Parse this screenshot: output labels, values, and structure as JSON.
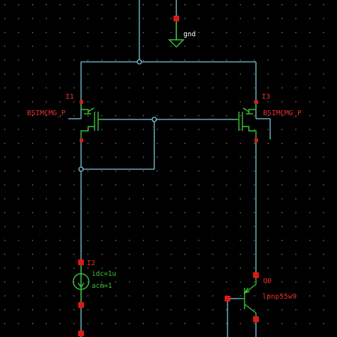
{
  "colors": {
    "background": "#000000",
    "wire": "#7fc8d8",
    "device": "#3ec23e",
    "pin": "#e01818",
    "grid_dot": "#8a8a8a"
  },
  "ground": {
    "label": "gnd"
  },
  "transistors": [
    {
      "instance": "I1",
      "model": "BSIMCMG_P"
    },
    {
      "instance": "I3",
      "model": "BSIMCMG_P"
    }
  ],
  "current_source": {
    "instance": "I2",
    "param1": "idc=1u",
    "param2": "acm=1"
  },
  "bjt": {
    "instance": "Q0",
    "model": "lpnp55w9"
  }
}
